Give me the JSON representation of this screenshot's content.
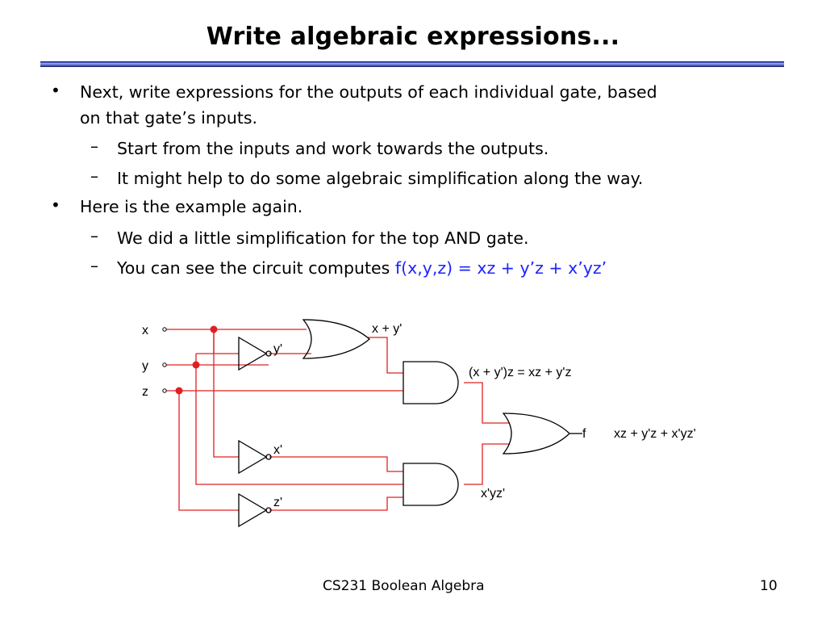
{
  "slide": {
    "title": "Write algebraic expressions...",
    "bullets": [
      {
        "text": "Next, write expressions for the outputs of each individual gate, based",
        "continuation": "on that gate’s inputs.",
        "subs": [
          "Start from the inputs and work towards the outputs.",
          "It might help to do some algebraic simplification along the way."
        ]
      },
      {
        "text": "Here is the example again.",
        "subs": [
          "We did a little simplification for the top AND gate.",
          "You can see the circuit computes "
        ]
      }
    ],
    "formula": "f(x,y,z) = xz + y’z + x’yz’",
    "bullet_glyph": "•",
    "dash_glyph": "–",
    "accent_color": "#1d24ff"
  },
  "circuit": {
    "inputs": [
      "x",
      "y",
      "z"
    ],
    "labels": {
      "or_top_out": "x + y'",
      "not_y_out": "y'",
      "and_top_out": "(x + y')z = xz + y'z",
      "not_x_out": "x'",
      "not_z_out": "z'",
      "and_bottom_out": "x'yz'",
      "output": "f",
      "output_expr": "xz + y'z + x'yz'"
    },
    "wire_color": "#e02020",
    "gate_color": "#000000"
  },
  "footer": {
    "course": "CS231 Boolean Algebra",
    "page": "10"
  }
}
